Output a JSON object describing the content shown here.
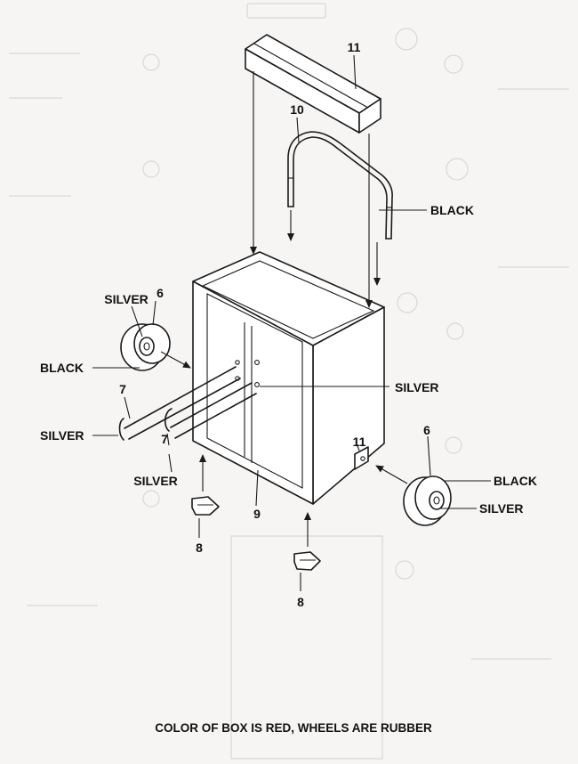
{
  "caption": "COLOR OF BOX IS RED, WHEELS ARE RUBBER",
  "parts": {
    "p11": "11",
    "p10": "10",
    "p9": "9",
    "p8_left": "8",
    "p8_right": "8",
    "p7_upper": "7",
    "p7_lower": "7",
    "p6_left": "6",
    "p6_right": "6"
  },
  "colors": {
    "left_wheel_outer": "SILVER",
    "left_wheel_inner": "BLACK",
    "axle_left": "SILVER",
    "axle_lower": "SILVER",
    "box_hole": "SILVER",
    "handle": "BLACK",
    "right_wheel_outer": "BLACK",
    "right_wheel_inner": "SILVER"
  }
}
